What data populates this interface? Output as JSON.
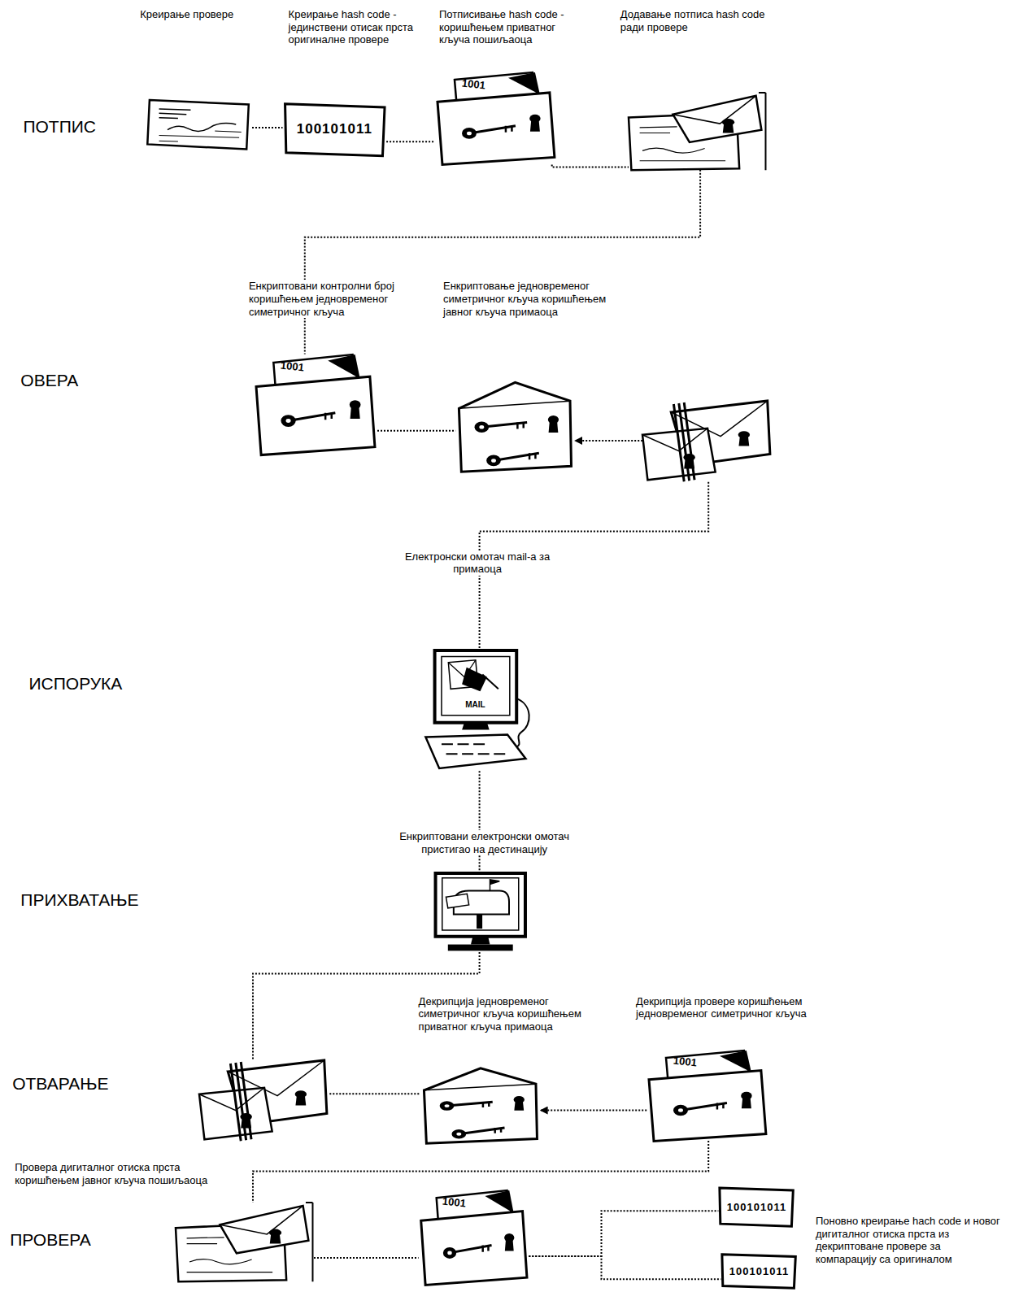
{
  "diagram": {
    "nodes": [
      {
        "text": [
          "Креирање провере"
        ]
      },
      {
        "text": [
          "Креирање hash code - јединствени отисак прста оригиналне провере",
          "100101011"
        ]
      },
      {
        "text": [
          "Потписивање hash code - коришћењем приватног кључа пошиљаоца",
          "1001"
        ]
      },
      {
        "text": [
          "Додавање потписа hash code ради провере"
        ]
      },
      {
        "text": [
          "Енкриптовани контролни број коришћењем једновременог симетричног кључа",
          "1001"
        ]
      },
      {
        "text": [
          "Енкриптовање једновременог симетричног кључа коришћењем јавног кључа примаоца"
        ]
      },
      {
        "text": []
      },
      {
        "text": [
          "Електронски омотач mail-а за примаоца",
          "MAIL"
        ]
      },
      {
        "text": [
          "Енкриптовани електронски омотач пристигао на дестинацију"
        ]
      },
      {
        "text": []
      },
      {
        "text": [
          "Декрипција једновременог симетричног кључа коришћењем приватног кључа примаоца"
        ]
      },
      {
        "text": [
          "Декрипција провере коришћењем једновременог симетричног кључа",
          "1001"
        ]
      },
      {
        "text": [
          "Провера дигиталног отиска прста коришћењем јавног кључа пошиљаоца"
        ]
      },
      {
        "text": [
          "1001"
        ]
      },
      {
        "text": [
          "100101011"
        ]
      },
      {
        "text": [
          "100101011"
        ]
      }
    ],
    "edges": [
      {
        "from": 0,
        "to": 1,
        "arrow": "none"
      },
      {
        "from": 1,
        "to": 2,
        "arrow": "none"
      },
      {
        "from": 2,
        "to": 3,
        "arrow": "none"
      },
      {
        "from": 3,
        "to": 4,
        "arrow": "none"
      },
      {
        "from": 4,
        "to": 5,
        "arrow": "none"
      },
      {
        "from": 6,
        "to": 5,
        "arrow": "to"
      },
      {
        "from": 6,
        "to": 7,
        "arrow": "none"
      },
      {
        "from": 7,
        "to": 8,
        "arrow": "none"
      },
      {
        "from": 8,
        "to": 9,
        "arrow": "none"
      },
      {
        "from": 9,
        "to": 10,
        "arrow": "none"
      },
      {
        "from": 11,
        "to": 10,
        "arrow": "to"
      },
      {
        "from": 11,
        "to": 12,
        "arrow": "none"
      },
      {
        "from": 12,
        "to": 13,
        "arrow": "none"
      },
      {
        "from": 13,
        "to": 14,
        "arrow": "none"
      },
      {
        "from": 13,
        "to": 15,
        "arrow": "none"
      }
    ],
    "labels": [
      "ПОТПИС",
      "ОВЕРА",
      "ИСПОРУКА",
      "ПРИХВАТАЊЕ",
      "ОТВАРАЊЕ",
      "ПРОВЕРА",
      "Поновно креирање hach code и новог дигиталног отиска прста из декриптоване провере за компарацију са оригиналом"
    ]
  }
}
